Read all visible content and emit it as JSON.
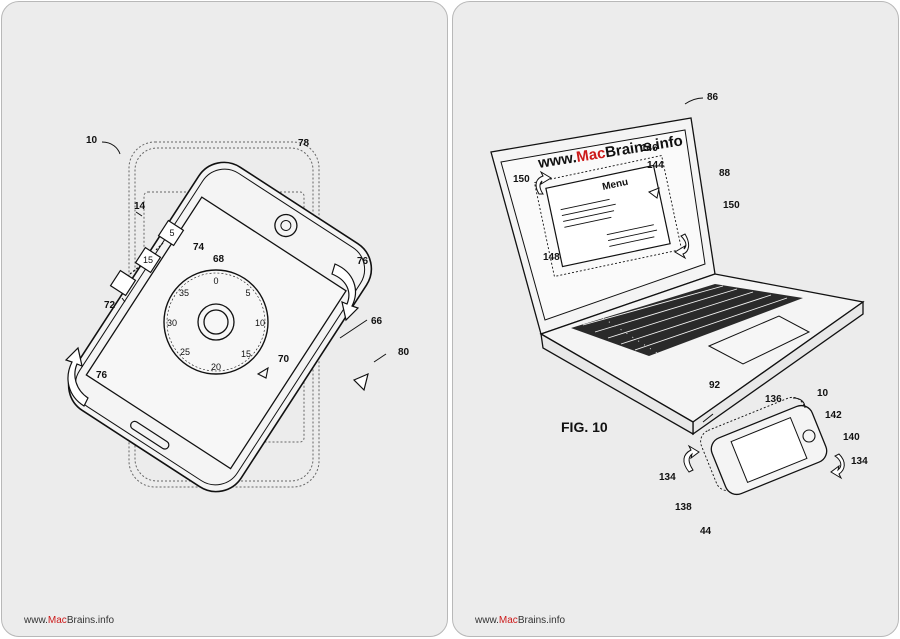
{
  "left_panel": {
    "labels": {
      "ref_10": "10",
      "ref_78": "78",
      "ref_14": "14",
      "ref_74": "74",
      "ref_68": "68",
      "ref_72": "72",
      "ref_76a": "76",
      "ref_76b": "76",
      "ref_66": "66",
      "ref_80": "80",
      "ref_70": "70"
    },
    "dial_numbers": {
      "n0": "0",
      "n5": "5",
      "n10": "10",
      "n15": "15",
      "n20": "20",
      "n25": "25",
      "n30": "30",
      "n35": "35"
    },
    "box_numbers": {
      "b5": "5",
      "b15": "15"
    },
    "footer": {
      "prefix": "www.",
      "brand": "Mac",
      "suffix": "Brains.info"
    }
  },
  "right_panel": {
    "labels": {
      "ref_86": "86",
      "ref_146": "146",
      "ref_144": "144",
      "ref_88": "88",
      "ref_150a": "150",
      "ref_150b": "150",
      "ref_148": "148",
      "ref_92": "92",
      "ref_10": "10",
      "ref_136": "136",
      "ref_142": "142",
      "ref_140": "140",
      "ref_134a": "134",
      "ref_134b": "134",
      "ref_138": "138",
      "ref_44": "44"
    },
    "watermark": {
      "prefix": "www.",
      "brand": "Mac",
      "suffix": "Brains.info"
    },
    "menu_title": "Menu",
    "figure_caption": "FIG. 10",
    "footer": {
      "prefix": "www.",
      "brand": "Mac",
      "suffix": "Brains.info"
    }
  },
  "colors": {
    "panel_bg": "#ececec",
    "brand_red": "#cc1a1a",
    "ink": "#111111"
  }
}
